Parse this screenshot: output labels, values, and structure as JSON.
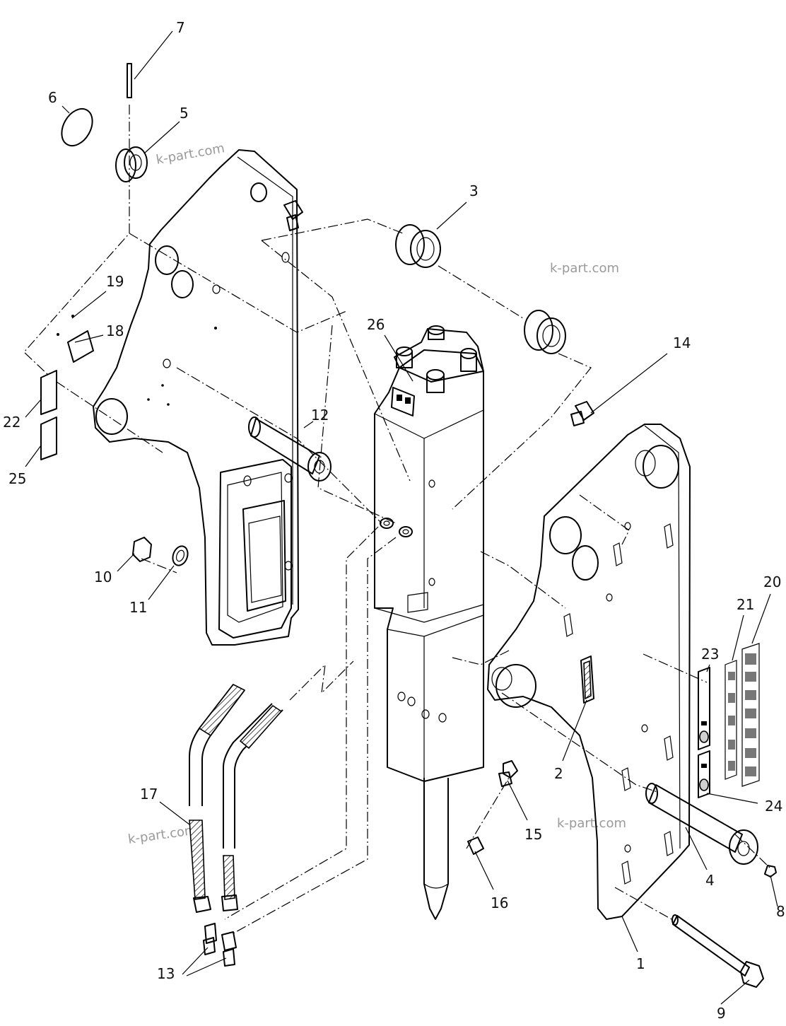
{
  "part_labels": [
    "1",
    "2",
    "3",
    "4",
    "5",
    "6",
    "7",
    "8",
    "9",
    "10",
    "11",
    "12",
    "13",
    "14",
    "15",
    "16",
    "17",
    "18",
    "19",
    "20",
    "21",
    "22",
    "23",
    "24",
    "25",
    "26"
  ],
  "watermark": "k-part.com"
}
